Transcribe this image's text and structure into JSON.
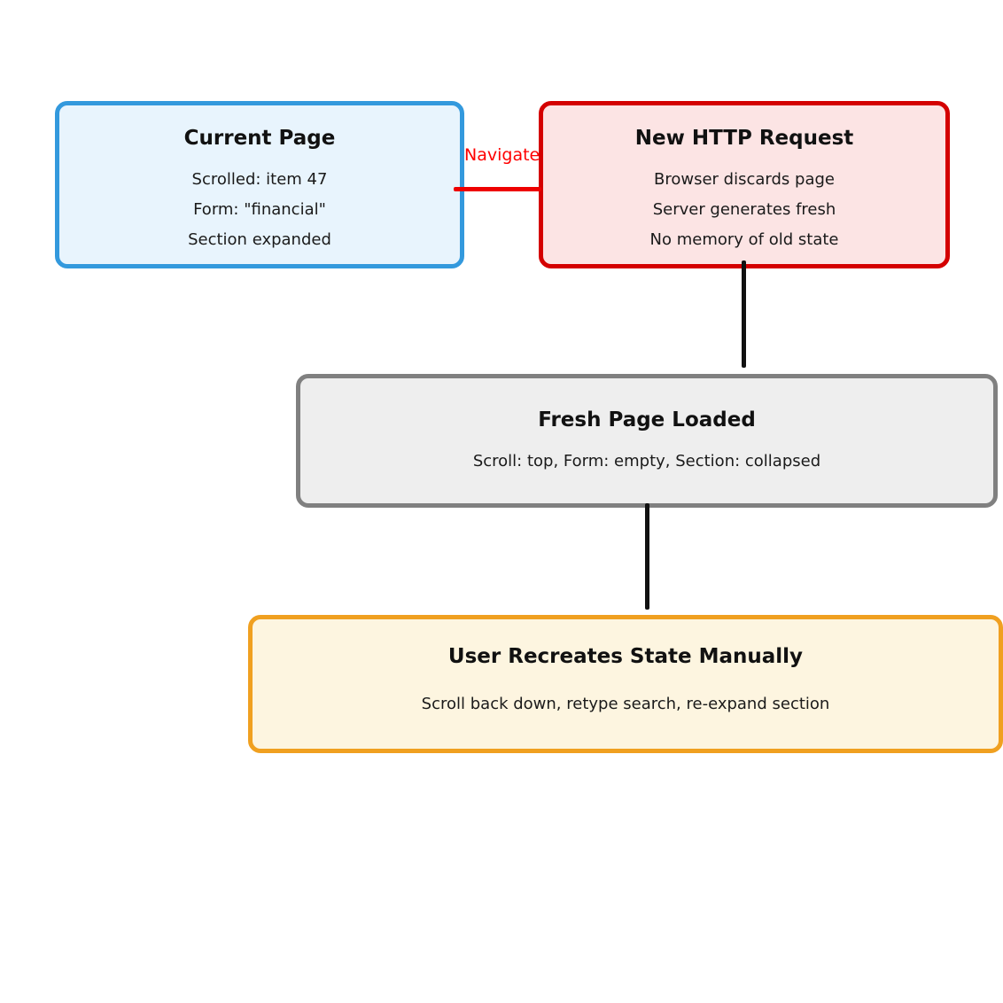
{
  "diagram": {
    "type": "flowchart",
    "nodes": [
      {
        "id": "current-page",
        "title": "Current Page",
        "lines": [
          "Scrolled: item 47",
          "Form: \"financial\"",
          "Section expanded"
        ],
        "border_color": "#3399dd",
        "fill_color": "#e8f4fd"
      },
      {
        "id": "new-request",
        "title": "New HTTP Request",
        "lines": [
          "Browser discards page",
          "Server generates fresh",
          "No memory of old state"
        ],
        "border_color": "#d40000",
        "fill_color": "#fce4e4"
      },
      {
        "id": "fresh-page",
        "title": "Fresh Page Loaded",
        "lines": [
          "Scroll: top, Form: empty, Section: collapsed"
        ],
        "border_color": "#808080",
        "fill_color": "#eeeeee"
      },
      {
        "id": "user-recreates",
        "title": "User Recreates State Manually",
        "lines": [
          "Scroll back down, retype search, re-expand section"
        ],
        "border_color": "#f0a020",
        "fill_color": "#fdf5e0"
      }
    ],
    "edges": [
      {
        "id": "navigate",
        "from": "current-page",
        "to": "new-request",
        "label": "Navigate",
        "color": "#ee0000"
      },
      {
        "id": "request-to-fresh",
        "from": "new-request",
        "to": "fresh-page",
        "label": "",
        "color": "#111111"
      },
      {
        "id": "fresh-to-user",
        "from": "fresh-page",
        "to": "user-recreates",
        "label": "",
        "color": "#111111"
      }
    ]
  }
}
